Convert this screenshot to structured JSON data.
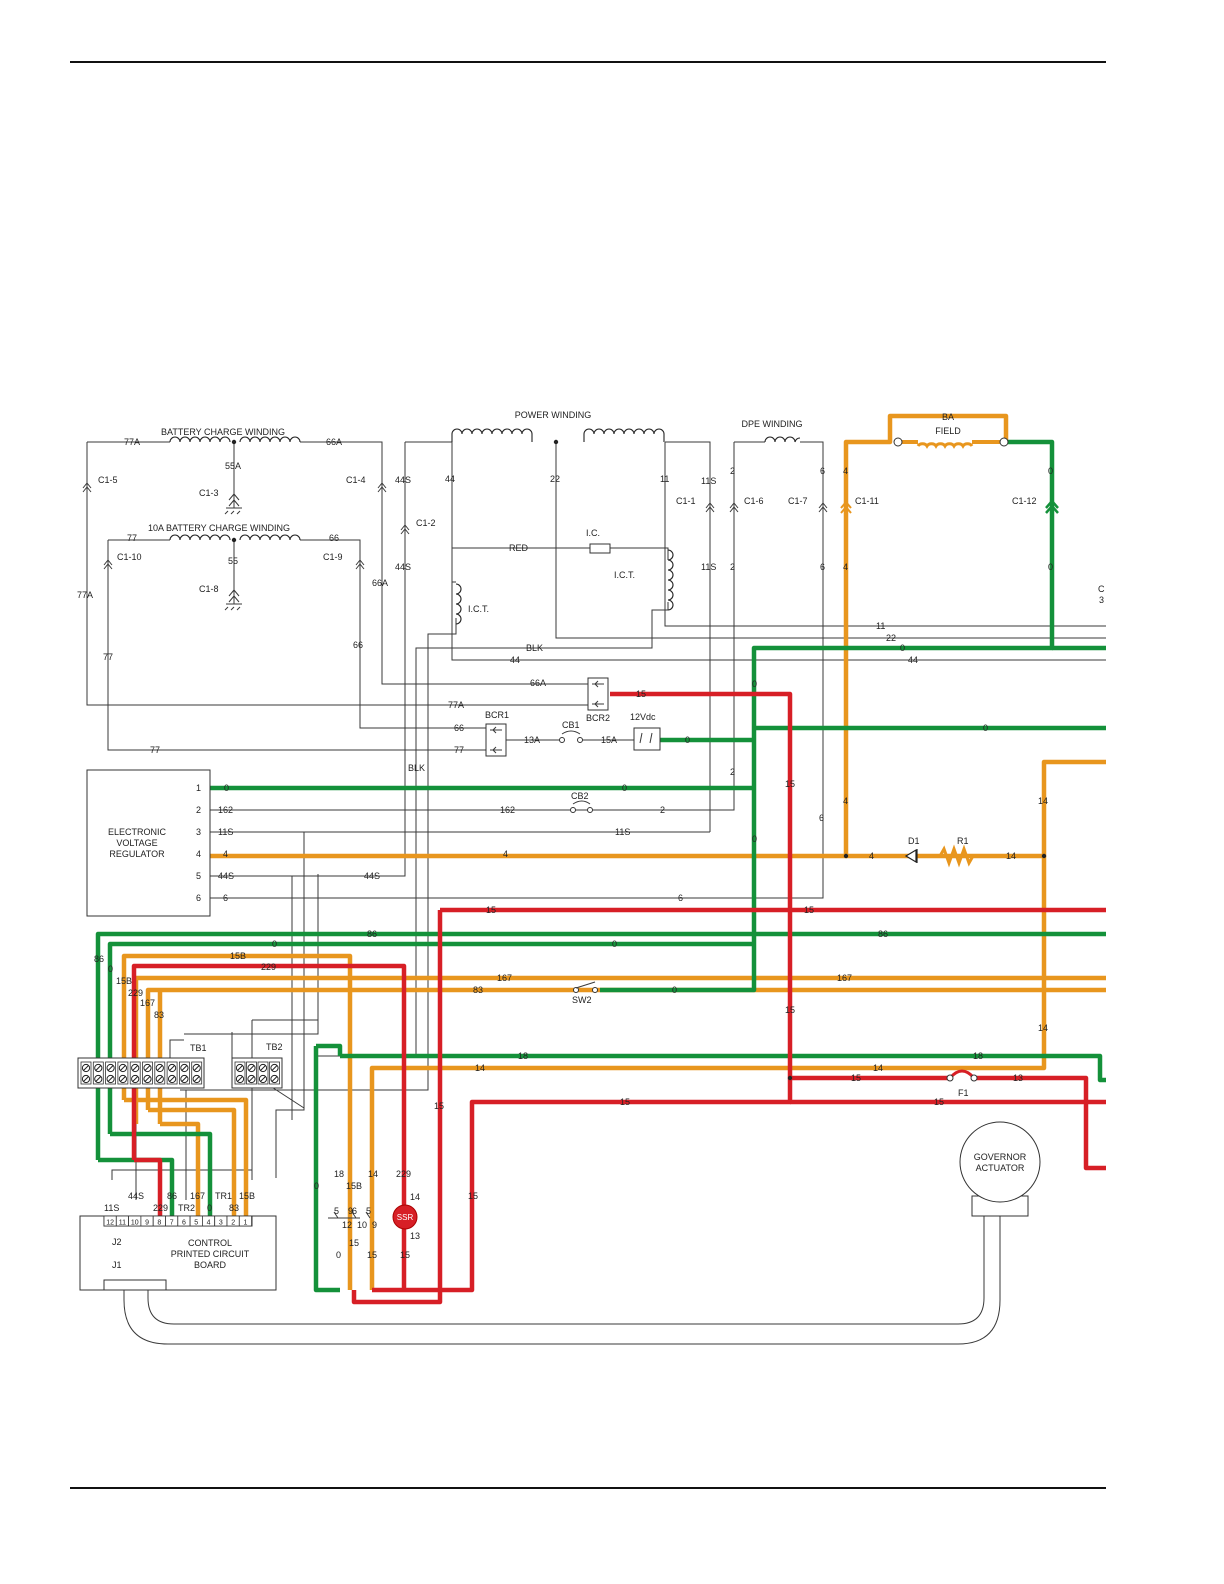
{
  "windings": {
    "battery_charge": "BATTERY CHARGE WINDING",
    "ten_a_battery_charge": "10A BATTERY CHARGE WINDING",
    "power": "POWER WINDING",
    "dpe": "DPE WINDING"
  },
  "field": {
    "ba": "BA",
    "label": "FIELD"
  },
  "components": {
    "evr": [
      "ELECTRONIC",
      "VOLTAGE",
      "REGULATOR"
    ],
    "evr_pins": [
      "1",
      "2",
      "3",
      "4",
      "5",
      "6"
    ],
    "cpcb": [
      "CONTROL",
      "PRINTED CIRCUIT",
      "BOARD"
    ],
    "j2": "J2",
    "j1": "J1",
    "cpcb_pins": [
      "12",
      "11",
      "10",
      "9",
      "8",
      "7",
      "6",
      "5",
      "4",
      "3",
      "2",
      "1"
    ],
    "cpcb_top_labels": [
      "11S",
      "44S",
      "229",
      "86",
      "167",
      "TR1",
      "15B"
    ],
    "cpcb_top_labels_low": [
      "TR2",
      "0",
      "83"
    ],
    "governor": [
      "GOVERNOR",
      "ACTUATOR"
    ],
    "ssr": "SSR",
    "bcr1": "BCR1",
    "bcr2": "BCR2",
    "cb1": "CB1",
    "cb2": "CB2",
    "v12": "12Vdc",
    "sw2": "SW2",
    "d1": "D1",
    "r1": "R1",
    "f1": "F1",
    "tb1": "TB1",
    "tb2": "TB2",
    "ic": "I.C.",
    "ict": "I.C.T.",
    "red": "RED",
    "blk": "BLK",
    "relay_pins": [
      "5",
      "9",
      "12",
      "10",
      "6",
      "5",
      "9"
    ]
  },
  "connectors": {
    "c1_5": "C1-5",
    "c1_3": "C1-3",
    "c1_4": "C1-4",
    "c1_2": "C1-2",
    "c1_10": "C1-10",
    "c1_8": "C1-8",
    "c1_9": "C1-9",
    "c1_1": "C1-1",
    "c1_6": "C1-6",
    "c1_7": "C1-7",
    "c1_11": "C1-11",
    "c1_12": "C1-12",
    "edge_c": "C",
    "edge_3": "3"
  },
  "wires": {
    "w77A": "77A",
    "w66A": "66A",
    "w55A": "55A",
    "w44S": "44S",
    "w77": "77",
    "w66": "66",
    "w55": "55",
    "w44": "44",
    "w22": "22",
    "w11": "11",
    "w11S": "11S",
    "w2": "2",
    "w6": "6",
    "w4": "4",
    "w0": "0",
    "w15": "15",
    "w13A": "13A",
    "w15A": "15A",
    "w162": "162",
    "w1": "1",
    "w86": "86",
    "w15B": "15B",
    "w229": "229",
    "w167": "167",
    "w83": "83",
    "w18": "18",
    "w14": "14",
    "w13": "13"
  },
  "colors": {
    "orange": "#e8961e",
    "green": "#14913a",
    "red": "#d71f26"
  }
}
